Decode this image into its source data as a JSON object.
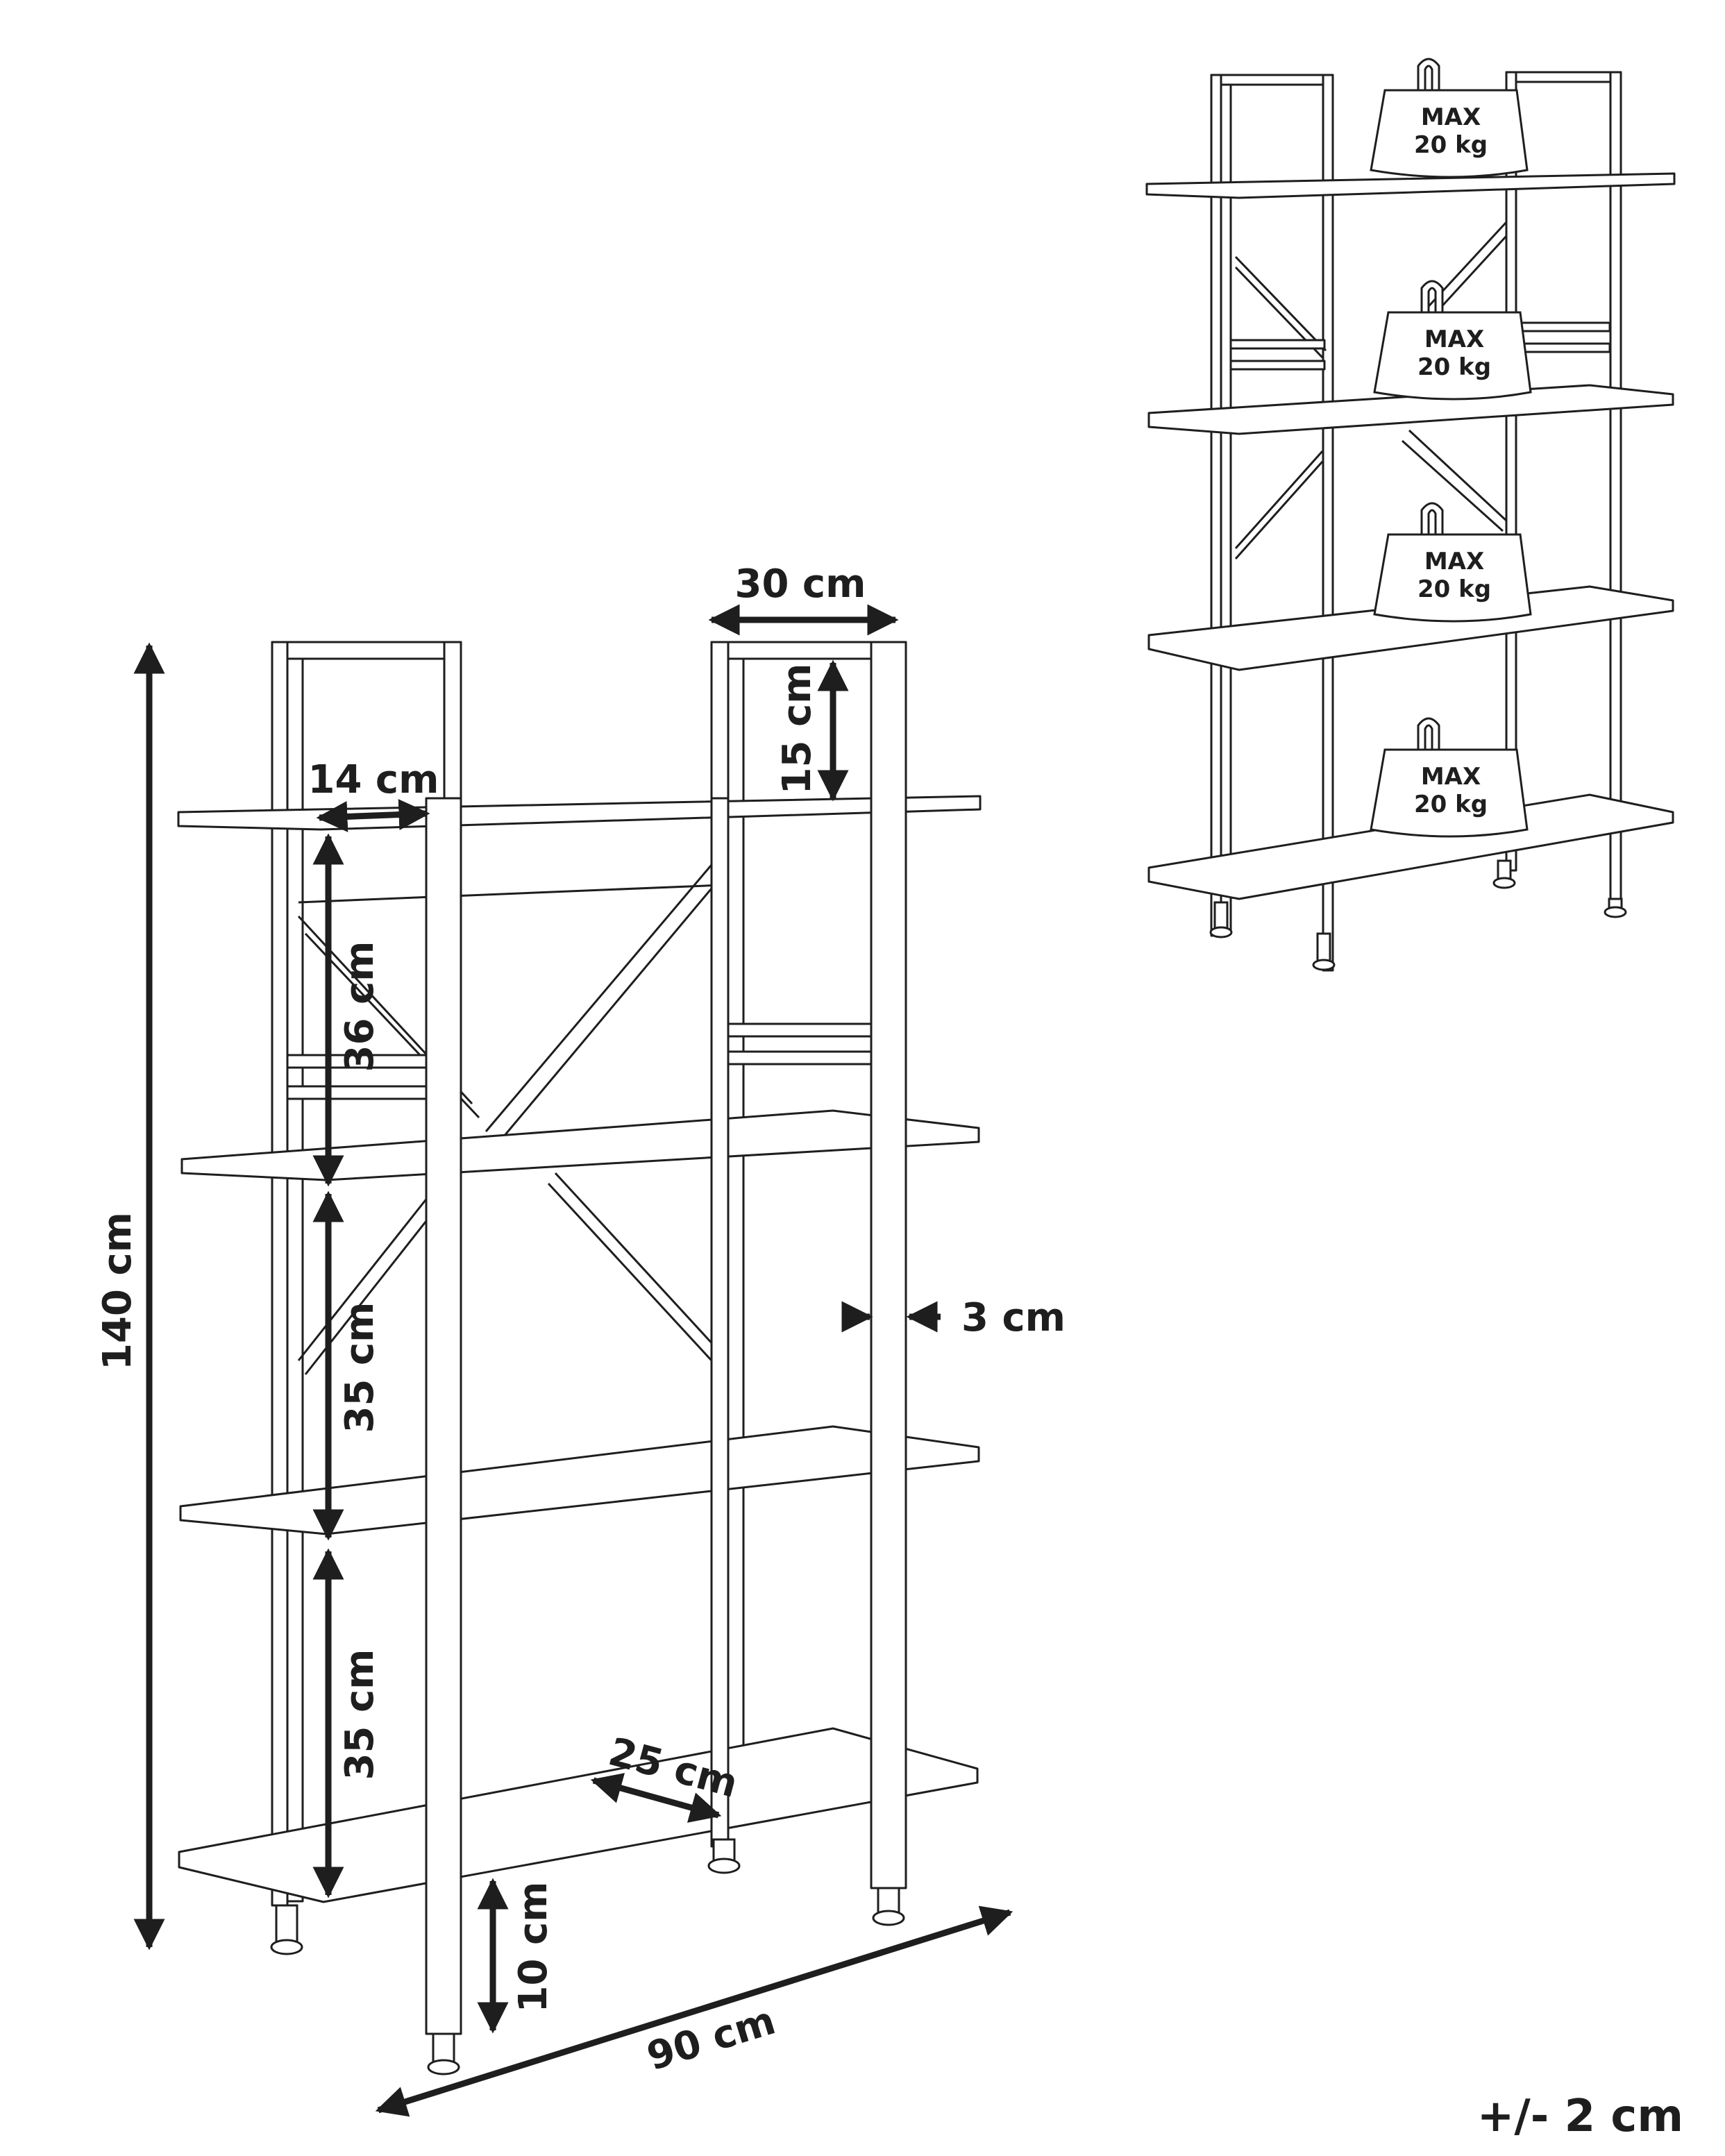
{
  "dimensions": {
    "height_total": "140 cm",
    "width_total": "90 cm",
    "depth": "30 cm",
    "top_frame_height": "15 cm",
    "upright_depth_gap": "14 cm",
    "shelf_gap_top": "36 cm",
    "shelf_gap_middle": "35 cm",
    "shelf_gap_bottom": "35 cm",
    "floor_clearance": "10 cm",
    "shelf_depth": "25 cm",
    "leg_thickness": "3 cm"
  },
  "tolerance": "+/- 2 cm",
  "load_labels": [
    {
      "line1": "MAX",
      "line2": "20 kg"
    },
    {
      "line1": "MAX",
      "line2": "20 kg"
    },
    {
      "line1": "MAX",
      "line2": "20 kg"
    },
    {
      "line1": "MAX",
      "line2": "20 kg"
    }
  ],
  "colors": {
    "ink": "#1e1e1e",
    "background": "#ffffff"
  }
}
